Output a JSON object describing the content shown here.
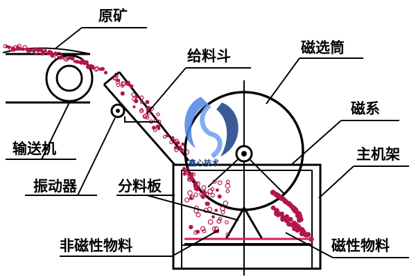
{
  "labels": {
    "raw_ore": "原矿",
    "feed_hopper": "给料斗",
    "magnetic_drum": "磁选筒",
    "magnet_system": "磁系",
    "main_frame": "主机架",
    "conveyor": "输送机",
    "vibrator": "振动器",
    "splitter_plate": "分料板",
    "nonmagnetic_material": "非磁性物料",
    "magnetic_material": "磁性物料"
  },
  "watermark": {
    "text": "鑫心技术",
    "logo_color_top": "#4f86e6",
    "logo_color_bottom": "#1a3f86"
  },
  "colors": {
    "ore_particles": "#b3164e",
    "separation_line": "#d0205a",
    "lines": "#000000"
  }
}
